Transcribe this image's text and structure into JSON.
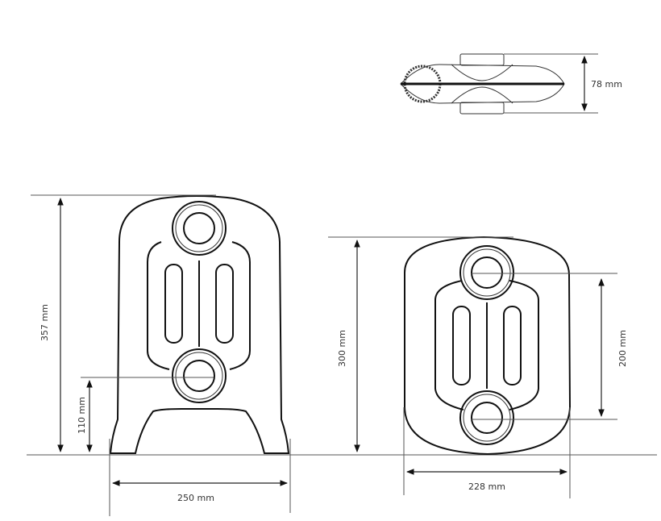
{
  "diagram": {
    "type": "technical-dimension-drawing",
    "subject": "cast iron radiator section",
    "views": [
      {
        "id": "top-view",
        "dimensions": {
          "depth": "78 mm"
        }
      },
      {
        "id": "side-view-tall",
        "dimensions": {
          "height": "357 mm",
          "connection_height": "110 mm",
          "width": "250 mm"
        }
      },
      {
        "id": "side-view-short",
        "dimensions": {
          "height": "300 mm",
          "center_distance": "200 mm",
          "width": "228 mm"
        }
      }
    ]
  },
  "labels": {
    "depth": "78 mm",
    "tall_height": "357 mm",
    "connection_height": "110 mm",
    "tall_width": "250 mm",
    "short_height": "300 mm",
    "center_distance": "200 mm",
    "short_width": "228 mm"
  },
  "colors": {
    "line": "#111111",
    "dimension": "#222222",
    "text": "#333333",
    "background": "#ffffff"
  }
}
